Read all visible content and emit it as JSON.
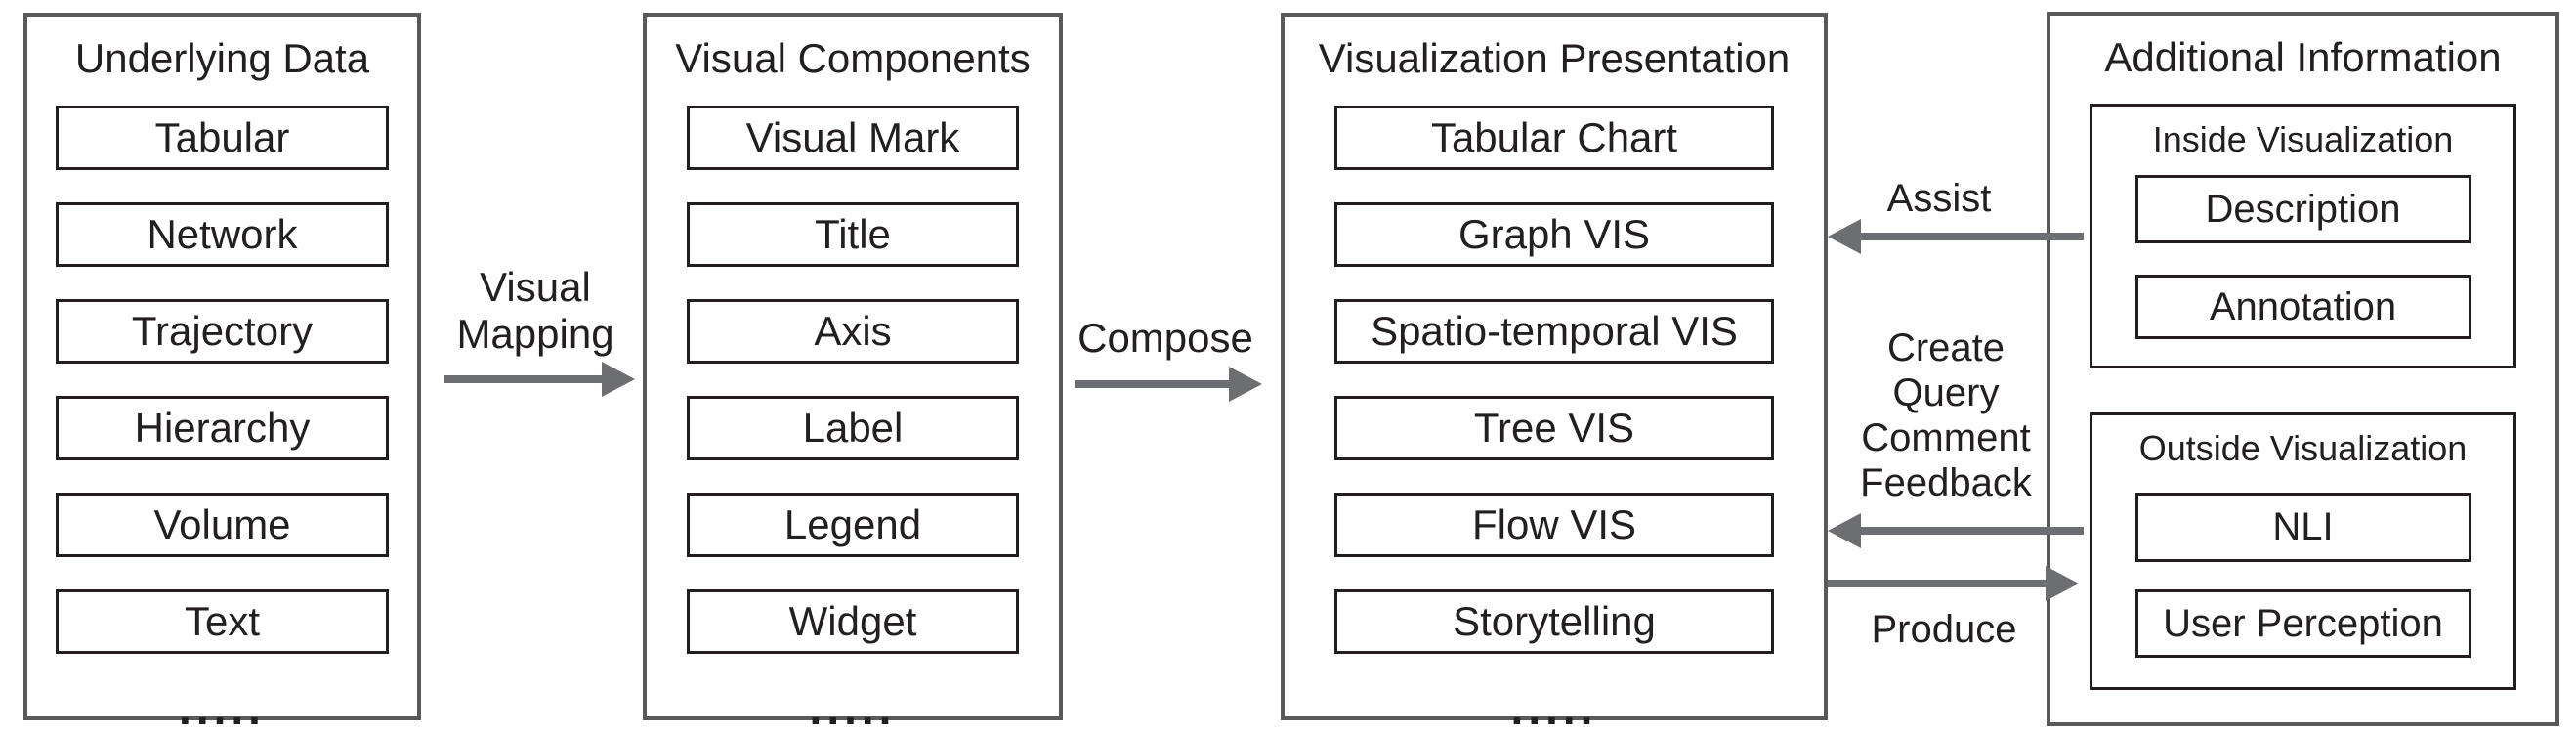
{
  "diagram": {
    "panels": {
      "underlying_data": {
        "title": "Underlying Data",
        "items": [
          "Tabular",
          "Network",
          "Trajectory",
          "Hierarchy",
          "Volume",
          "Text"
        ],
        "ellipsis": "....."
      },
      "visual_components": {
        "title": "Visual Components",
        "items": [
          "Visual Mark",
          "Title",
          "Axis",
          "Label",
          "Legend",
          "Widget"
        ],
        "ellipsis": "....."
      },
      "visualization_presentation": {
        "title": "Visualization Presentation",
        "items": [
          "Tabular Chart",
          "Graph VIS",
          "Spatio-temporal VIS",
          "Tree VIS",
          "Flow VIS",
          "Storytelling"
        ],
        "ellipsis": "....."
      },
      "additional_information": {
        "title": "Additional Information",
        "inside": {
          "title": "Inside Visualization",
          "items": [
            "Description",
            "Annotation"
          ]
        },
        "outside": {
          "title": "Outside Visualization",
          "items": [
            "NLI",
            "User Perception"
          ]
        }
      }
    },
    "arrows": {
      "visual_mapping": {
        "label": "Visual\nMapping",
        "direction": "right"
      },
      "compose": {
        "label": "Compose",
        "direction": "right"
      },
      "assist": {
        "label": "Assist",
        "direction": "left"
      },
      "create_query_comment_feedback": {
        "label": "Create\nQuery\nComment\nFeedback",
        "direction": "left"
      },
      "produce": {
        "label": "Produce",
        "direction": "right"
      }
    },
    "colors": {
      "background": "#ffffff",
      "text": "#231f20",
      "outer_border": "#58595b",
      "inner_border": "#231f20",
      "arrow": "#6d6e71"
    }
  }
}
